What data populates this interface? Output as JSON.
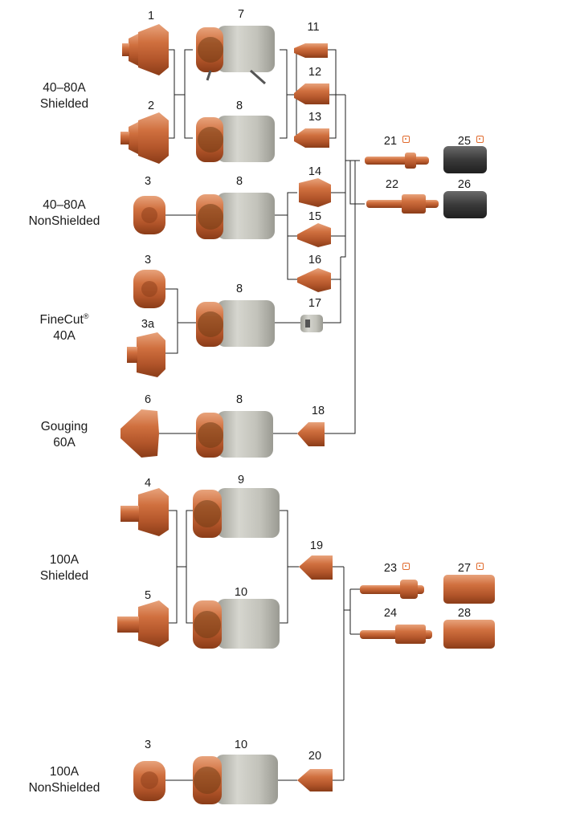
{
  "groups": {
    "g1": {
      "line1": "40–80A",
      "line2": "Shielded"
    },
    "g2": {
      "line1": "40–80A",
      "line2": "NonShielded"
    },
    "g3": {
      "line1": "FineCut",
      "reg": "®",
      "line2": "40A"
    },
    "g4": {
      "line1": "Gouging",
      "line2": "60A"
    },
    "g5": {
      "line1": "100A",
      "line2": "Shielded"
    },
    "g6": {
      "line1": "100A",
      "line2": "NonShielded"
    }
  },
  "numbers": {
    "n1": "1",
    "n2": "2",
    "n3a": "3",
    "n3b": "3",
    "n3c": "3a",
    "n3d": "3",
    "n4": "4",
    "n5": "5",
    "n6": "6",
    "n7": "7",
    "n8a": "8",
    "n8b": "8",
    "n8c": "8",
    "n8d": "8",
    "n9": "9",
    "n10a": "10",
    "n10b": "10",
    "n11": "11",
    "n12": "12",
    "n13": "13",
    "n14": "14",
    "n15": "15",
    "n16": "16",
    "n17": "17",
    "n18": "18",
    "n19": "19",
    "n20": "20",
    "n21": "21",
    "n22": "22",
    "n23": "23",
    "n24": "24",
    "n25": "25",
    "n26": "26",
    "n27": "27",
    "n28": "28"
  },
  "colors": {
    "copper": "#c8643a",
    "silver": "#b9b9b0",
    "dark": "#3a3a3a",
    "badge": "#e06a2c",
    "line": "#1e1e1e"
  }
}
